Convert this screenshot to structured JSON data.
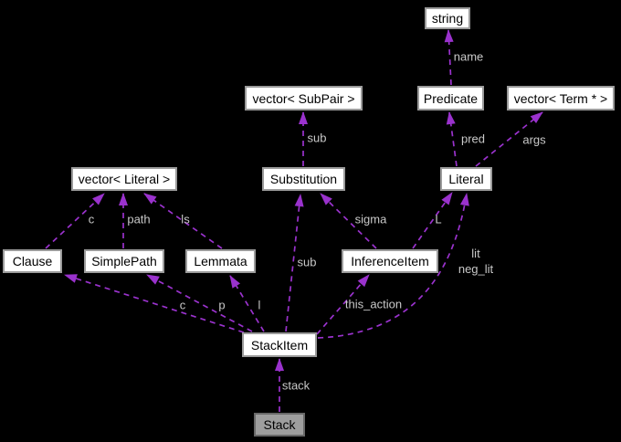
{
  "diagram": {
    "type": "collaboration-graph",
    "background_color": "#000000",
    "edge_color": "#9a32cd",
    "edge_label_color": "#c9c9c9",
    "node_fill": "#ffffff",
    "node_border": "#9b9b9b",
    "highlight_node_fill": "#9e9e9e",
    "nodes": [
      {
        "id": "string",
        "label": "string"
      },
      {
        "id": "vector-subpair",
        "label": "vector< SubPair >"
      },
      {
        "id": "predicate",
        "label": "Predicate"
      },
      {
        "id": "vector-term",
        "label": "vector< Term * >"
      },
      {
        "id": "vector-literal",
        "label": "vector< Literal >"
      },
      {
        "id": "substitution",
        "label": "Substitution"
      },
      {
        "id": "literal",
        "label": "Literal"
      },
      {
        "id": "clause",
        "label": "Clause"
      },
      {
        "id": "simplepath",
        "label": "SimplePath"
      },
      {
        "id": "lemmata",
        "label": "Lemmata"
      },
      {
        "id": "inferenceitem",
        "label": "InferenceItem"
      },
      {
        "id": "stackitem",
        "label": "StackItem"
      },
      {
        "id": "stack",
        "label": "Stack"
      }
    ],
    "edges": [
      {
        "from": "Predicate",
        "to": "string",
        "label": "name"
      },
      {
        "from": "Substitution",
        "to": "vector< SubPair >",
        "label": "sub"
      },
      {
        "from": "Literal",
        "to": "Predicate",
        "label": "pred"
      },
      {
        "from": "Literal",
        "to": "vector< Term * >",
        "label": "args"
      },
      {
        "from": "Clause",
        "to": "vector< Literal >",
        "label": "c"
      },
      {
        "from": "SimplePath",
        "to": "vector< Literal >",
        "label": "path"
      },
      {
        "from": "Lemmata",
        "to": "vector< Literal >",
        "label": "ls"
      },
      {
        "from": "InferenceItem",
        "to": "Substitution",
        "label": "sigma"
      },
      {
        "from": "InferenceItem",
        "to": "Literal",
        "label": "L"
      },
      {
        "from": "StackItem",
        "to": "Literal",
        "label": "lit",
        "label2": "neg_lit"
      },
      {
        "from": "StackItem",
        "to": "Substitution",
        "label": "sub"
      },
      {
        "from": "StackItem",
        "to": "Clause",
        "label": "c"
      },
      {
        "from": "StackItem",
        "to": "SimplePath",
        "label": "p"
      },
      {
        "from": "StackItem",
        "to": "Lemmata",
        "label": "l"
      },
      {
        "from": "StackItem",
        "to": "InferenceItem",
        "label": "this_action"
      },
      {
        "from": "Stack",
        "to": "StackItem",
        "label": "stack"
      }
    ]
  }
}
